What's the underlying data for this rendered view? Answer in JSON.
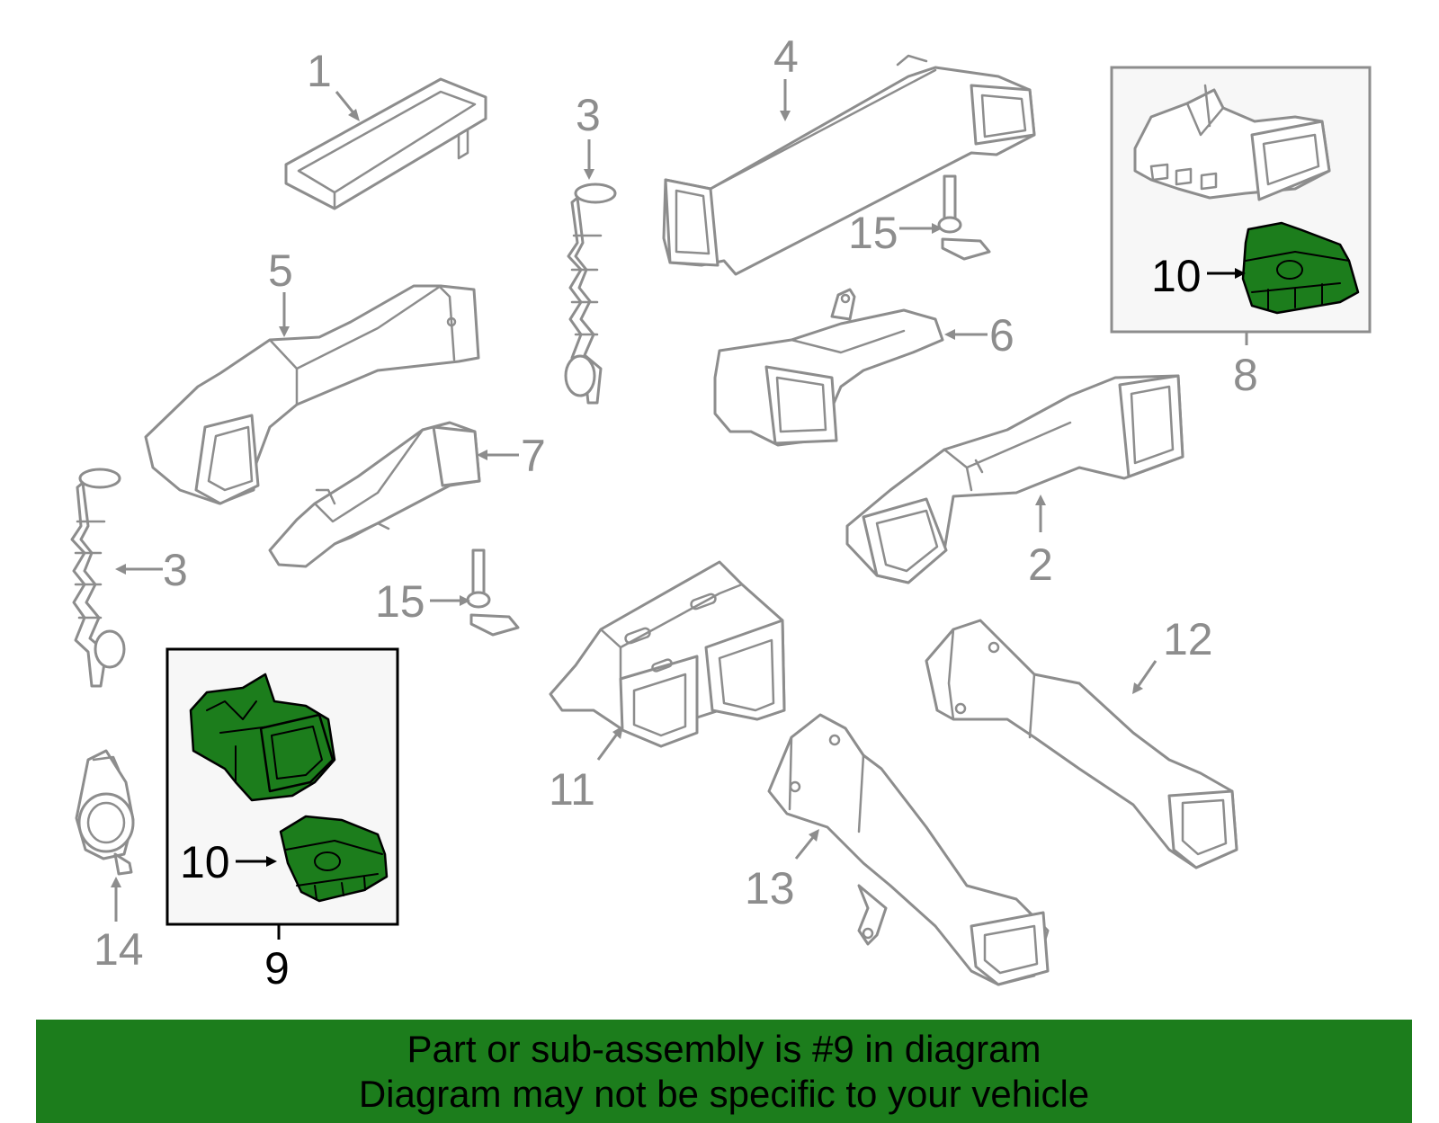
{
  "colors": {
    "highlight_green": "#1c7d1c",
    "line_grey": "#8d8d8d",
    "box_fill": "#f7f7f7"
  },
  "callouts": {
    "c1": "1",
    "c2": "2",
    "c3_top": "3",
    "c3_left": "3",
    "c4": "4",
    "c5": "5",
    "c6": "6",
    "c7": "7",
    "c8": "8",
    "c9": "9",
    "c10_top": "10",
    "c10_bottom": "10",
    "c11": "11",
    "c12": "12",
    "c13": "13",
    "c14": "14",
    "c15_top": "15",
    "c15_mid": "15"
  },
  "footer": {
    "line1": "Part or sub-assembly is #9 in diagram",
    "line2": "Diagram may not be specific to your vehicle"
  }
}
